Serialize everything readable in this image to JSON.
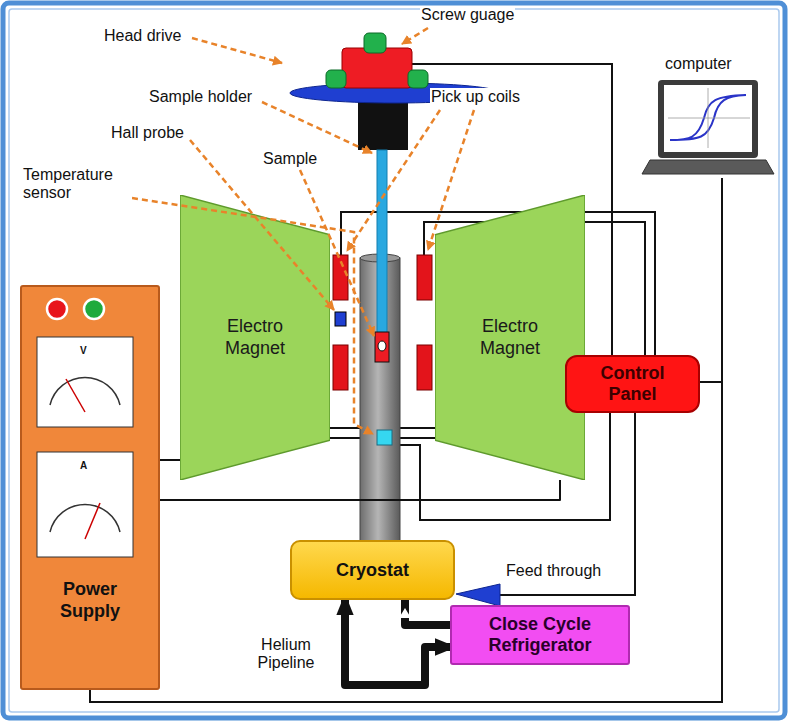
{
  "diagram": {
    "nodes": [
      {
        "text": [
          "Electro Magnet"
        ]
      },
      {
        "text": [
          "Electro Magnet"
        ]
      },
      {
        "text": [
          "Control Panel"
        ]
      },
      {
        "text": [
          "Power Supply"
        ]
      },
      {
        "text": [
          "Cryostat"
        ]
      },
      {
        "text": [
          "Close Cycle Refrigerator"
        ]
      }
    ],
    "edges": [
      {
        "from": 3,
        "to": 0,
        "arrow": "none"
      },
      {
        "from": 3,
        "to": 1,
        "arrow": "none"
      },
      {
        "from": 4,
        "to": 5,
        "arrow": "both",
        "label": "Helium Pipeline"
      }
    ],
    "labels": [
      "Head drive",
      "Screw guage",
      "Sample holder",
      "Pick up coils",
      "Hall probe",
      "Sample",
      "Temperature sensor",
      "computer",
      "Feed through",
      "V",
      "A"
    ]
  }
}
